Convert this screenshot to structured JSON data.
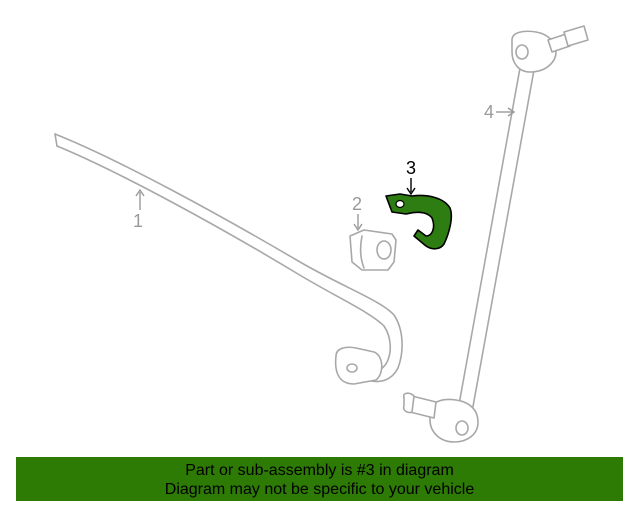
{
  "callouts": [
    {
      "id": "1",
      "label": "1",
      "highlighted": false
    },
    {
      "id": "2",
      "label": "2",
      "highlighted": false
    },
    {
      "id": "3",
      "label": "3",
      "highlighted": true
    },
    {
      "id": "4",
      "label": "4",
      "highlighted": false
    }
  ],
  "banner": {
    "line1": "Part or sub-assembly is #3 in diagram",
    "line2": "Diagram may not be specific to your vehicle",
    "background": "#2d7a05"
  },
  "colors": {
    "part_outline": "#a8a8a8",
    "highlight_fill": "#2e7d12"
  }
}
